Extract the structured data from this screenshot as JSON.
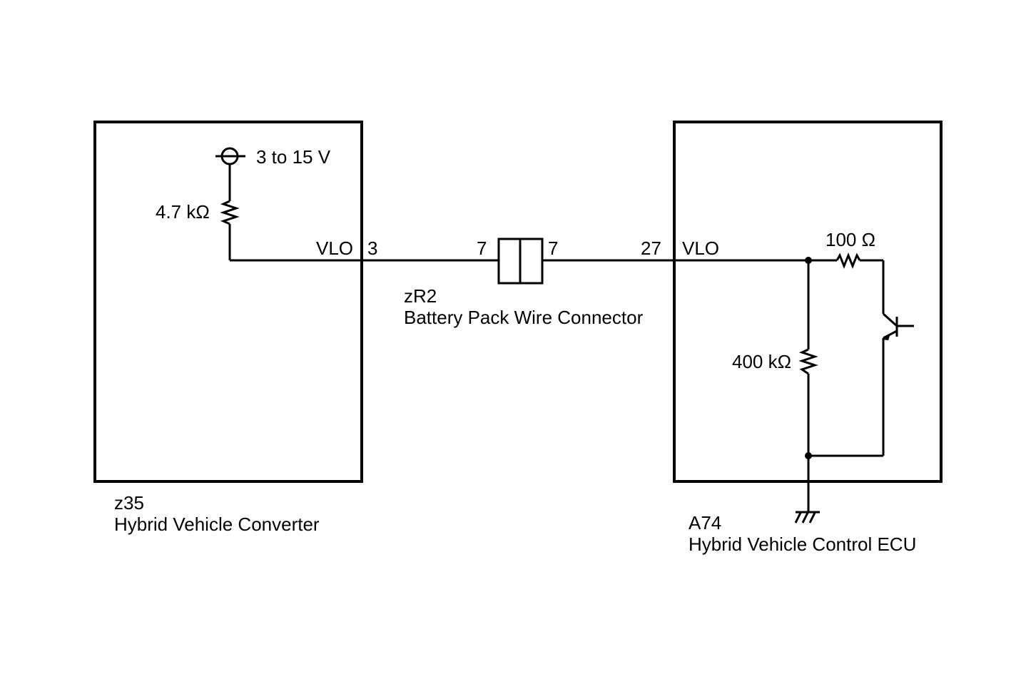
{
  "source_label": "3 to 15 V",
  "converter": {
    "resistor_label": "4.7 kΩ",
    "terminal_name": "VLO",
    "terminal_pin": "3",
    "code": "z35",
    "name": "Hybrid Vehicle Converter"
  },
  "connector": {
    "pin_left": "7",
    "pin_right": "7",
    "code": "zR2",
    "name": "Battery Pack Wire Connector"
  },
  "ecu": {
    "terminal_pin": "27",
    "terminal_name": "VLO",
    "resistor_series_label": "100 Ω",
    "resistor_pulldown_label": "400 kΩ",
    "code": "A74",
    "name": "Hybrid Vehicle Control ECU"
  }
}
